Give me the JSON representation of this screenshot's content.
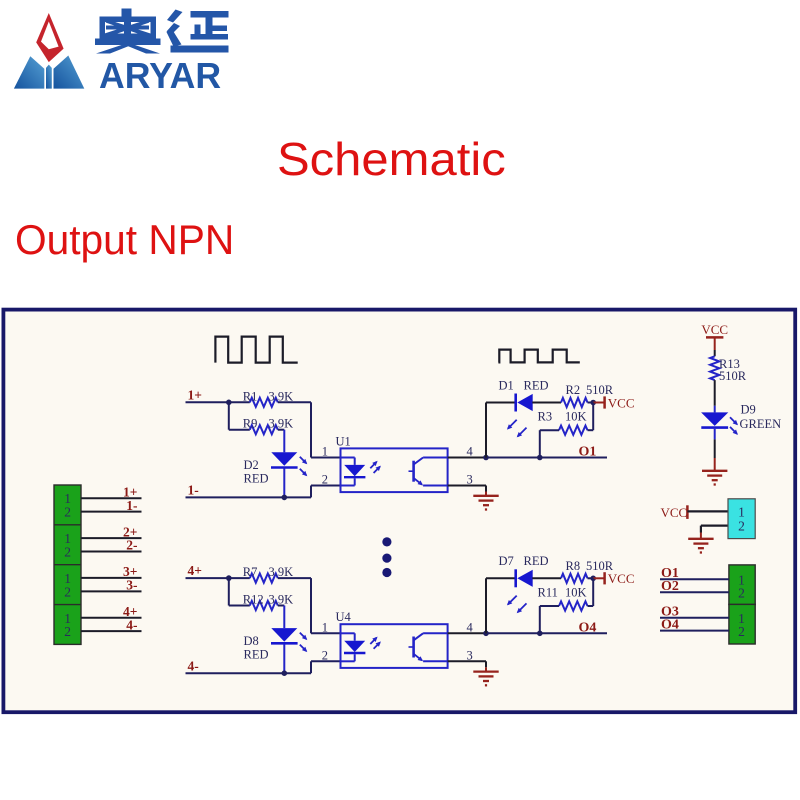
{
  "brand": {
    "cjk_name": "奥延",
    "latin_name": "ARYAR",
    "logo_red": "#c5242c",
    "logo_blue_dark": "#1a57a0",
    "logo_blue_light": "#4d9bd5",
    "text_blue": "#2257a5"
  },
  "title": "Schematic",
  "subtitle": "Output NPN",
  "title_color": "#de1212",
  "schematic": {
    "colors": {
      "box_border": "#181868",
      "box_bg": "#fcf9f2",
      "wire": "#1f1f5e",
      "dark": "#1c1c28",
      "blue": "#2424c8",
      "led_fill": "#1717cf",
      "maroon": "#8c1a16",
      "symbol_red": "#96231d",
      "text_navy": "#2a2a5e",
      "green_fill": "#1aa21a",
      "green_border": "#2b2b2b",
      "cyan_fill": "#3ae2e2",
      "cyan_border": "#4a4a4a"
    },
    "channels": [
      {
        "pos": "1+",
        "neg": "1-",
        "r_top_ref": "R1",
        "r_top_val": "3.9K",
        "r_bot_ref": "R9",
        "r_bot_val": "3.9K",
        "in_led_ref": "D2",
        "in_led_color": "RED",
        "opto_ref": "U1",
        "pin1": "1",
        "pin2": "2",
        "pin3": "3",
        "pin4": "4",
        "out_led_ref": "D1",
        "out_led_color": "RED",
        "r_pull_ref": "R2",
        "r_pull_val": "510R",
        "r_base_ref": "R3",
        "r_base_val": "10K",
        "vcc": "VCC",
        "out": "O1"
      },
      {
        "pos": "4+",
        "neg": "4-",
        "r_top_ref": "R7",
        "r_top_val": "3.9K",
        "r_bot_ref": "R12",
        "r_bot_val": "3.9K",
        "in_led_ref": "D8",
        "in_led_color": "RED",
        "opto_ref": "U4",
        "pin1": "1",
        "pin2": "2",
        "pin3": "3",
        "pin4": "4",
        "out_led_ref": "D7",
        "out_led_color": "RED",
        "r_pull_ref": "R8",
        "r_pull_val": "510R",
        "r_base_ref": "R11",
        "r_base_val": "10K",
        "vcc": "VCC",
        "out": "O4"
      }
    ],
    "indicator": {
      "vcc": "VCC",
      "r_ref": "R13",
      "r_val": "510R",
      "led_ref": "D9",
      "led_color": "GREEN"
    },
    "power_connector": {
      "vcc": "VCC",
      "pins": [
        "1",
        "2"
      ]
    },
    "input_connector": {
      "sections": [
        {
          "pins": [
            "1",
            "2"
          ],
          "labels": [
            "1+",
            "1-"
          ]
        },
        {
          "pins": [
            "1",
            "2"
          ],
          "labels": [
            "2+",
            "2-"
          ]
        },
        {
          "pins": [
            "1",
            "2"
          ],
          "labels": [
            "3+",
            "3-"
          ]
        },
        {
          "pins": [
            "1",
            "2"
          ],
          "labels": [
            "4+",
            "4-"
          ]
        }
      ]
    },
    "output_connectors": [
      {
        "pins": [
          "1",
          "2"
        ],
        "labels": [
          "O1",
          "O2"
        ]
      },
      {
        "pins": [
          "1",
          "2"
        ],
        "labels": [
          "O3",
          "O4"
        ]
      }
    ]
  }
}
